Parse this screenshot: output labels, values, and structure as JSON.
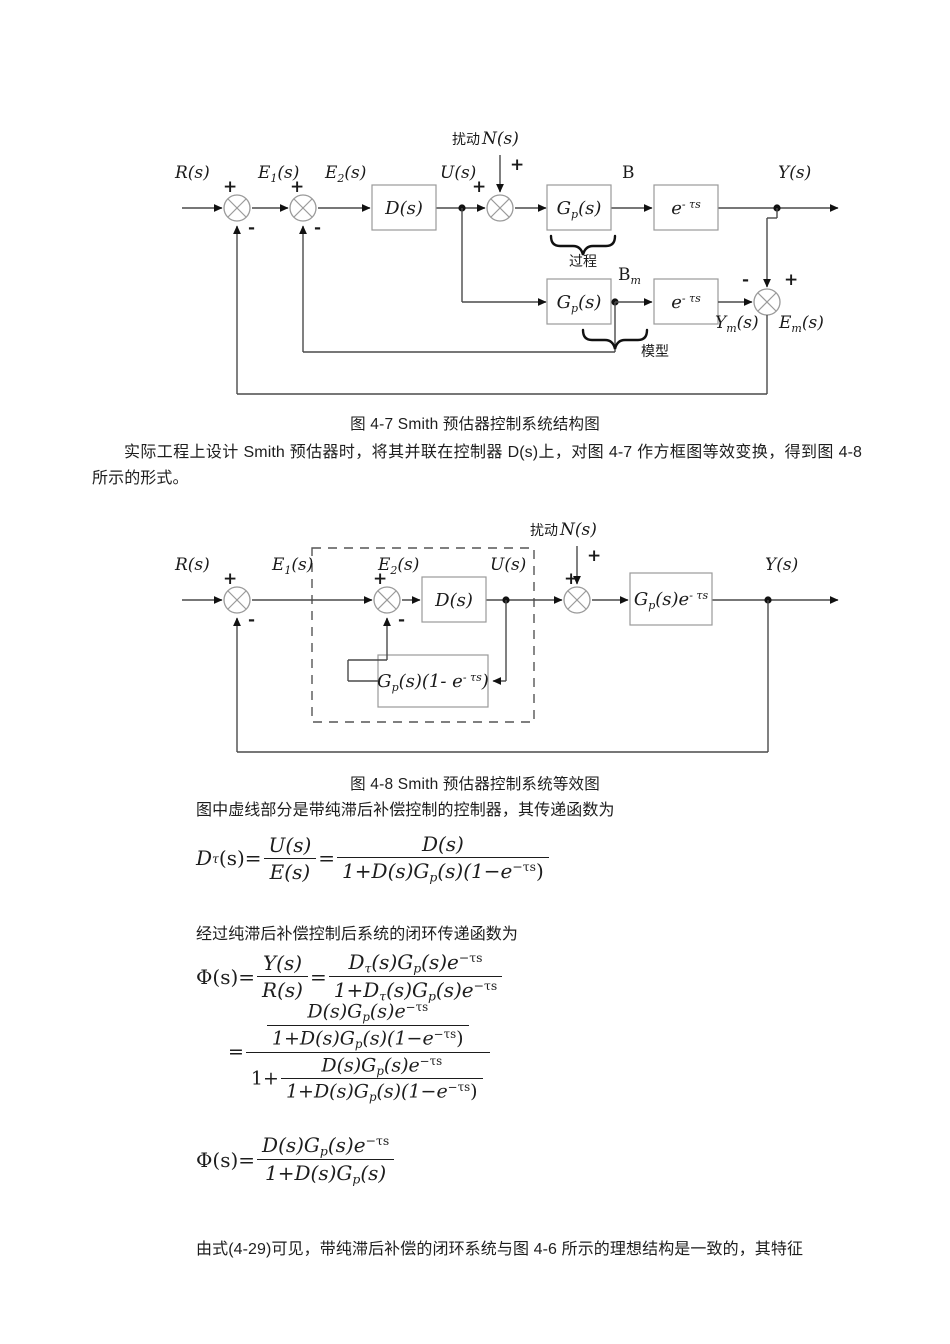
{
  "document": {
    "captions": {
      "figure_4_7": "图 4-7  Smith 预估器控制系统结构图",
      "figure_4_8": "图 4-8  Smith 预估器控制系统等效图"
    },
    "paragraphs": {
      "p1": "实际工程上设计 Smith 预估器时，将其并联在控制器 D(s)上，对图 4-7 作方框图等效变换，得到图 4-8 所示的形式。",
      "p2": "图中虚线部分是带纯滞后补偿控制的控制器，其传递函数为",
      "p3": "经过纯滞后补偿控制后系统的闭环传递函数为",
      "p4": "由式(4-29)可见，带纯滞后补偿的闭环系统与图 4-6 所示的理想结构是一致的，其特征"
    }
  },
  "figure1": {
    "labels": {
      "input": "R(s)",
      "e1": "E",
      "e1_sub": "1",
      "e1_tail": "(s)",
      "e2": "E",
      "e2_sub": "2",
      "e2_tail": "(s)",
      "u": "U(s)",
      "disturbance_cjk": "扰动",
      "disturbance_n": "N(s)",
      "output": "Y(s)",
      "b": "B",
      "bm": "B",
      "bm_sub": "m",
      "ym": "Y",
      "ym_sub": "m",
      "ym_tail": "(s)",
      "em": "E",
      "em_sub": "m",
      "em_tail": "(s)",
      "process_brace": "过程",
      "model_brace": "模型"
    },
    "blocks": {
      "controller": "D(s)",
      "plant_gp": "G",
      "plant_gp_sub": "p",
      "plant_gp_tail": "(s)",
      "delay": "e",
      "delay_sup": "- τs",
      "model_gp": "G",
      "model_gp_sub": "p",
      "model_gp_tail": "(s)",
      "model_delay": "e",
      "model_delay_sup": "- τs"
    },
    "signs": {
      "plus": "+",
      "minus": "-"
    }
  },
  "figure2": {
    "labels": {
      "input": "R(s)",
      "e1": "E",
      "e1_sub": "1",
      "e1_tail": "(s)",
      "e2": "E",
      "e2_sub": "2",
      "e2_tail": "(s)",
      "u": "U(s)",
      "disturbance_cjk": "扰动",
      "disturbance_n": "N(s)",
      "output": "Y(s)"
    },
    "blocks": {
      "controller": "D(s)",
      "plant": "G",
      "plant_sub": "p",
      "plant_tail": "(s)e",
      "plant_sup": "- τs",
      "smith": "G",
      "smith_sub": "p",
      "smith_tail": "(s)(1- e",
      "smith_sup": "- τs",
      "smith_close": ")"
    },
    "signs": {
      "plus": "+",
      "minus": "-"
    }
  },
  "equations": {
    "eq1": {
      "lhs": "D",
      "lhs_sub": "τ",
      "lhs_tail": "(s)=",
      "f1_num": "U(s)",
      "f1_den": "E(s)",
      "eq": "=",
      "f2_num": "D(s)",
      "f2_den_pre": "1+D(s)G",
      "f2_den_sub": "p",
      "f2_den_mid": "(s)(1−e",
      "f2_den_sup": "−τs",
      "f2_den_post": ")"
    },
    "eq2": {
      "lhs": "Φ(s)=",
      "f1_num": "Y(s)",
      "f1_den": "R(s)",
      "eq": "=",
      "f2_num_pre": "D",
      "f2_num_sub": "τ",
      "f2_num_mid": "(s)G",
      "f2_num_sub2": "p",
      "f2_num_tail": "(s)e",
      "f2_num_sup": "−τs",
      "f2_den_pre": "1+D",
      "f2_den_sub": "τ",
      "f2_den_mid": "(s)G",
      "f2_den_sub2": "p",
      "f2_den_tail": "(s)e",
      "f2_den_sup": "−τs"
    },
    "eq3": {
      "eq": "=",
      "outer_num_num_pre": "D(s)G",
      "outer_num_num_sub": "p",
      "outer_num_num_tail": "(s)e",
      "outer_num_num_sup": "−τs",
      "outer_num_den_pre": "1+D(s)G",
      "outer_num_den_sub": "p",
      "outer_num_den_mid": "(s)(1−e",
      "outer_num_den_sup": "−τs",
      "outer_num_den_post": ")",
      "outer_den_one": "1+",
      "inner_num_pre": "D(s)G",
      "inner_num_sub": "p",
      "inner_num_tail": "(s)e",
      "inner_num_sup": "−τs",
      "inner_den_pre": "1+D(s)G",
      "inner_den_sub": "p",
      "inner_den_mid": "(s)(1−e",
      "inner_den_sup": "−τs",
      "inner_den_post": ")"
    },
    "eq4": {
      "lhs": "Φ(s)=",
      "num_pre": "D(s)G",
      "num_sub": "p",
      "num_tail": "(s)e",
      "num_sup": "−τs",
      "den_pre": "1+D(s)G",
      "den_sub": "p",
      "den_tail": "(s)"
    }
  },
  "colors": {
    "text": "#1d1d1d",
    "line": "#4a4a4a",
    "box_stroke": "#9a9a9a",
    "dash": "#555555",
    "page_bg": "#ffffff"
  }
}
